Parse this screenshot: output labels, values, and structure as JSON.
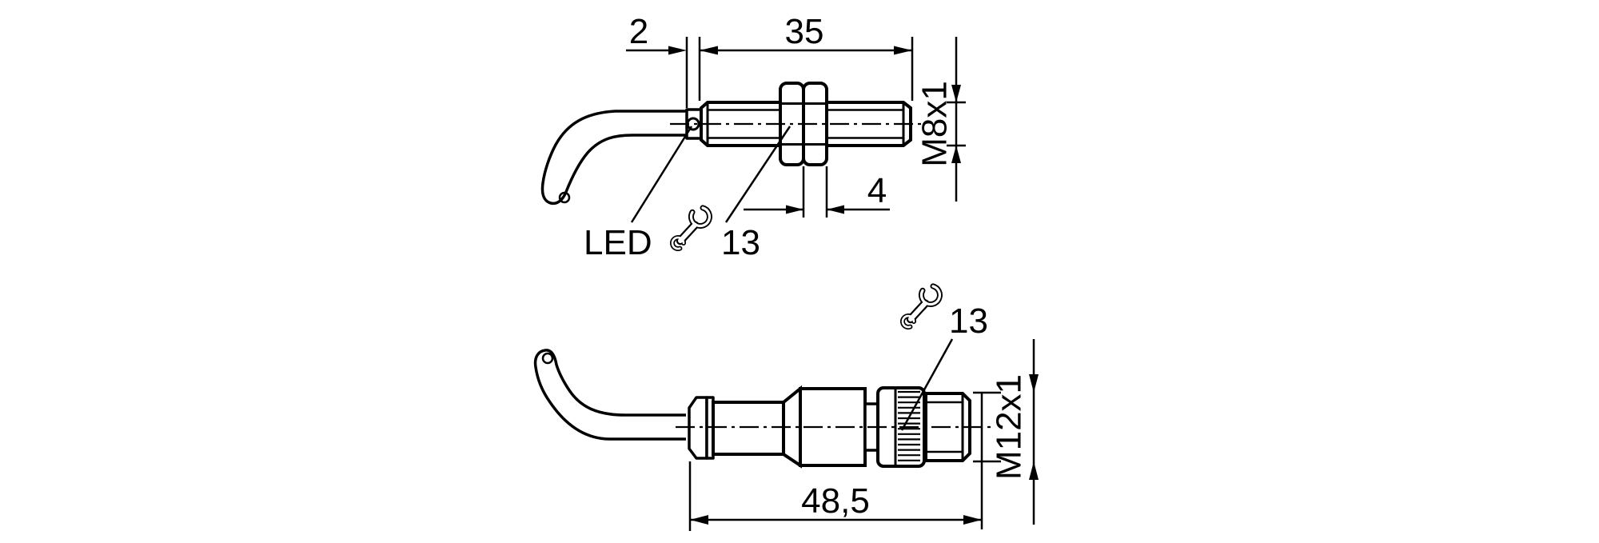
{
  "colors": {
    "background": "#ffffff",
    "line": "#000000"
  },
  "views": {
    "top": {
      "labels": {
        "cable_gap": "2",
        "thread_length": "35",
        "nut_thickness": "4",
        "thread_size": "M8x1",
        "led": "LED",
        "wrench_size": "13"
      }
    },
    "bottom": {
      "labels": {
        "overall_length": "48,5",
        "thread_size": "M12x1",
        "wrench_size": "13"
      }
    }
  }
}
